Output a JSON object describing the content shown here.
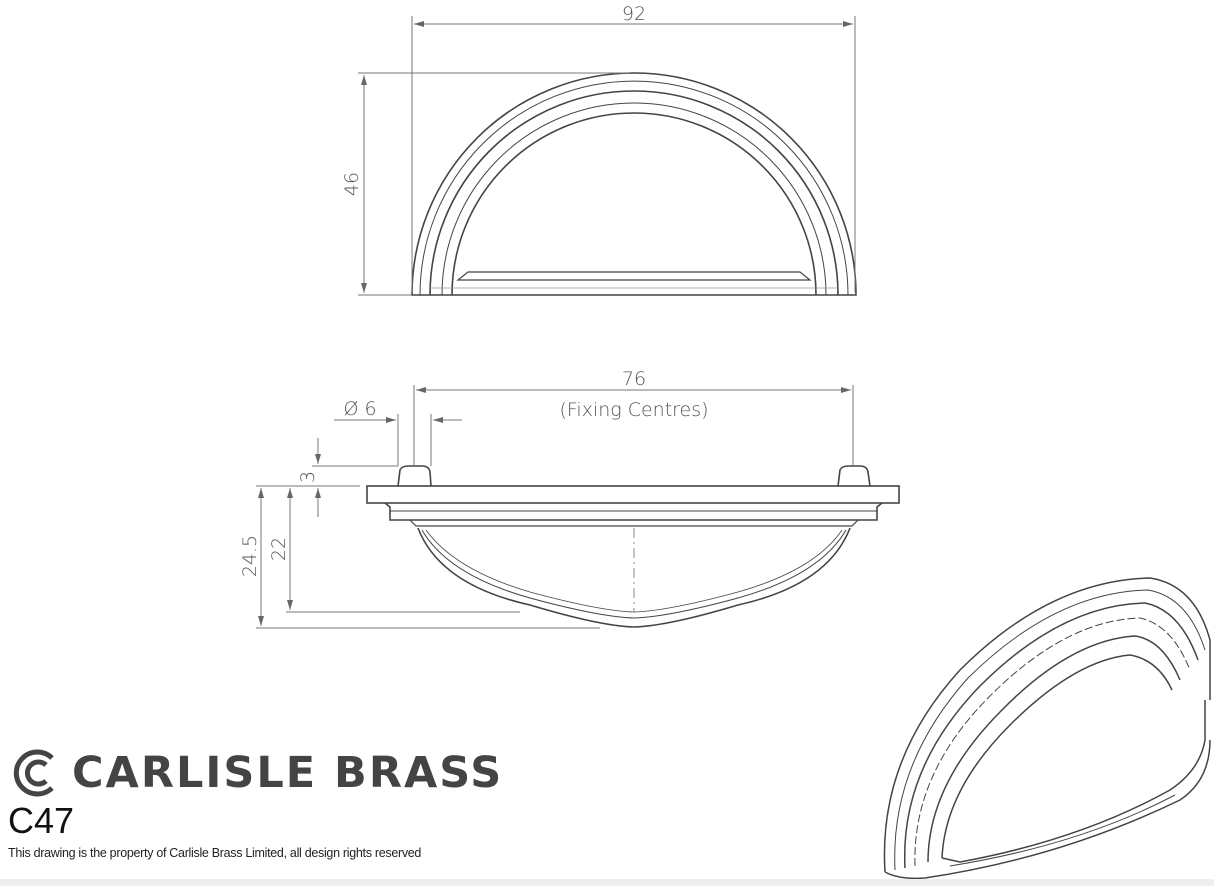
{
  "dimensions": {
    "width": "92",
    "height": "46",
    "fixing_centres": "76",
    "fixing_centres_label": "(Fixing Centres)",
    "hole_diameter": "Ø 6",
    "post_height": "3",
    "total_depth": "24.5",
    "bowl_depth": "22"
  },
  "brand": {
    "name": "CARLISLE BRASS",
    "logo_icon": "carlisle-brass-cb-logo"
  },
  "model": "C47",
  "rights_notice": "This drawing is the property of Carlisle Brass Limited, all design rights reserved",
  "colors": {
    "line": "#444444",
    "dim": "#777777",
    "brand": "#444444"
  }
}
